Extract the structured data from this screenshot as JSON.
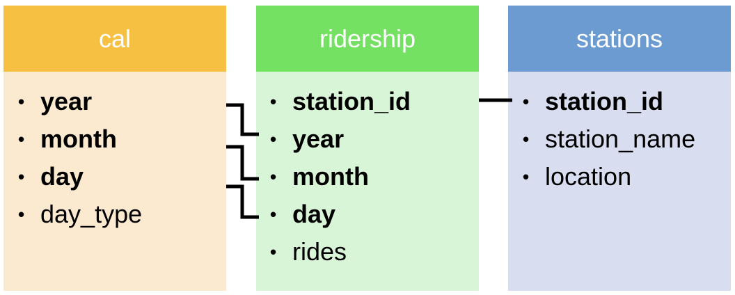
{
  "tables": [
    {
      "name": "cal",
      "color": "#f6c142",
      "body_color": "#fbe9d0",
      "fields": [
        {
          "label": "year",
          "key": true
        },
        {
          "label": "month",
          "key": true
        },
        {
          "label": "day",
          "key": true
        },
        {
          "label": "day_type",
          "key": false
        }
      ]
    },
    {
      "name": "ridership",
      "color": "#74e162",
      "body_color": "#d9f5d7",
      "fields": [
        {
          "label": "station_id",
          "key": true
        },
        {
          "label": "year",
          "key": true
        },
        {
          "label": "month",
          "key": true
        },
        {
          "label": "day",
          "key": true
        },
        {
          "label": "rides",
          "key": false
        }
      ]
    },
    {
      "name": "stations",
      "color": "#6b9bd1",
      "body_color": "#d8deef",
      "fields": [
        {
          "label": "station_id",
          "key": true
        },
        {
          "label": "station_name",
          "key": false
        },
        {
          "label": "location",
          "key": false
        }
      ]
    }
  ],
  "bullet_char": "•",
  "relationships": [
    {
      "from_table": "cal",
      "from_field": "year",
      "to_table": "ridership",
      "to_field": "year"
    },
    {
      "from_table": "cal",
      "from_field": "month",
      "to_table": "ridership",
      "to_field": "month"
    },
    {
      "from_table": "cal",
      "from_field": "day",
      "to_table": "ridership",
      "to_field": "day"
    },
    {
      "from_table": "ridership",
      "from_field": "station_id",
      "to_table": "stations",
      "to_field": "station_id"
    }
  ]
}
